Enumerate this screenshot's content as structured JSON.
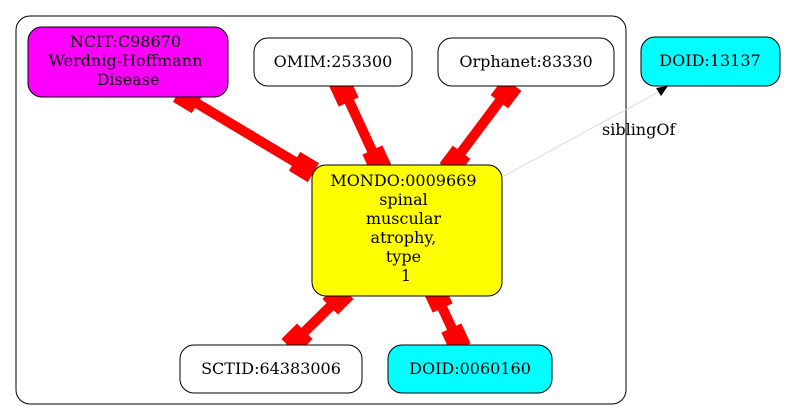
{
  "nodes": {
    "ncit": {
      "lines": [
        "NCIT:C98670",
        "Werdnig-Hoffmann",
        "Disease"
      ],
      "fill": "#ff00ff"
    },
    "omim": {
      "lines": [
        "OMIM:253300"
      ],
      "fill": "#ffffff"
    },
    "orphanet": {
      "lines": [
        "Orphanet:83330"
      ],
      "fill": "#ffffff"
    },
    "doid13137": {
      "lines": [
        "DOID:13137"
      ],
      "fill": "#00ffff"
    },
    "mondo": {
      "lines": [
        "MONDO:0009669",
        "spinal",
        "muscular",
        "atrophy,",
        "type",
        "1"
      ],
      "fill": "#ffff00"
    },
    "sctid": {
      "lines": [
        "SCTID:64383006"
      ],
      "fill": "#ffffff"
    },
    "doid0060160": {
      "lines": [
        "DOID:0060160"
      ],
      "fill": "#00ffff"
    }
  },
  "edges": {
    "sibling_label": "siblingOf"
  },
  "colors": {
    "equivalence_edge": "#ff0000",
    "sibling_edge": "#d3d3d3",
    "arrowhead": "#000000"
  }
}
